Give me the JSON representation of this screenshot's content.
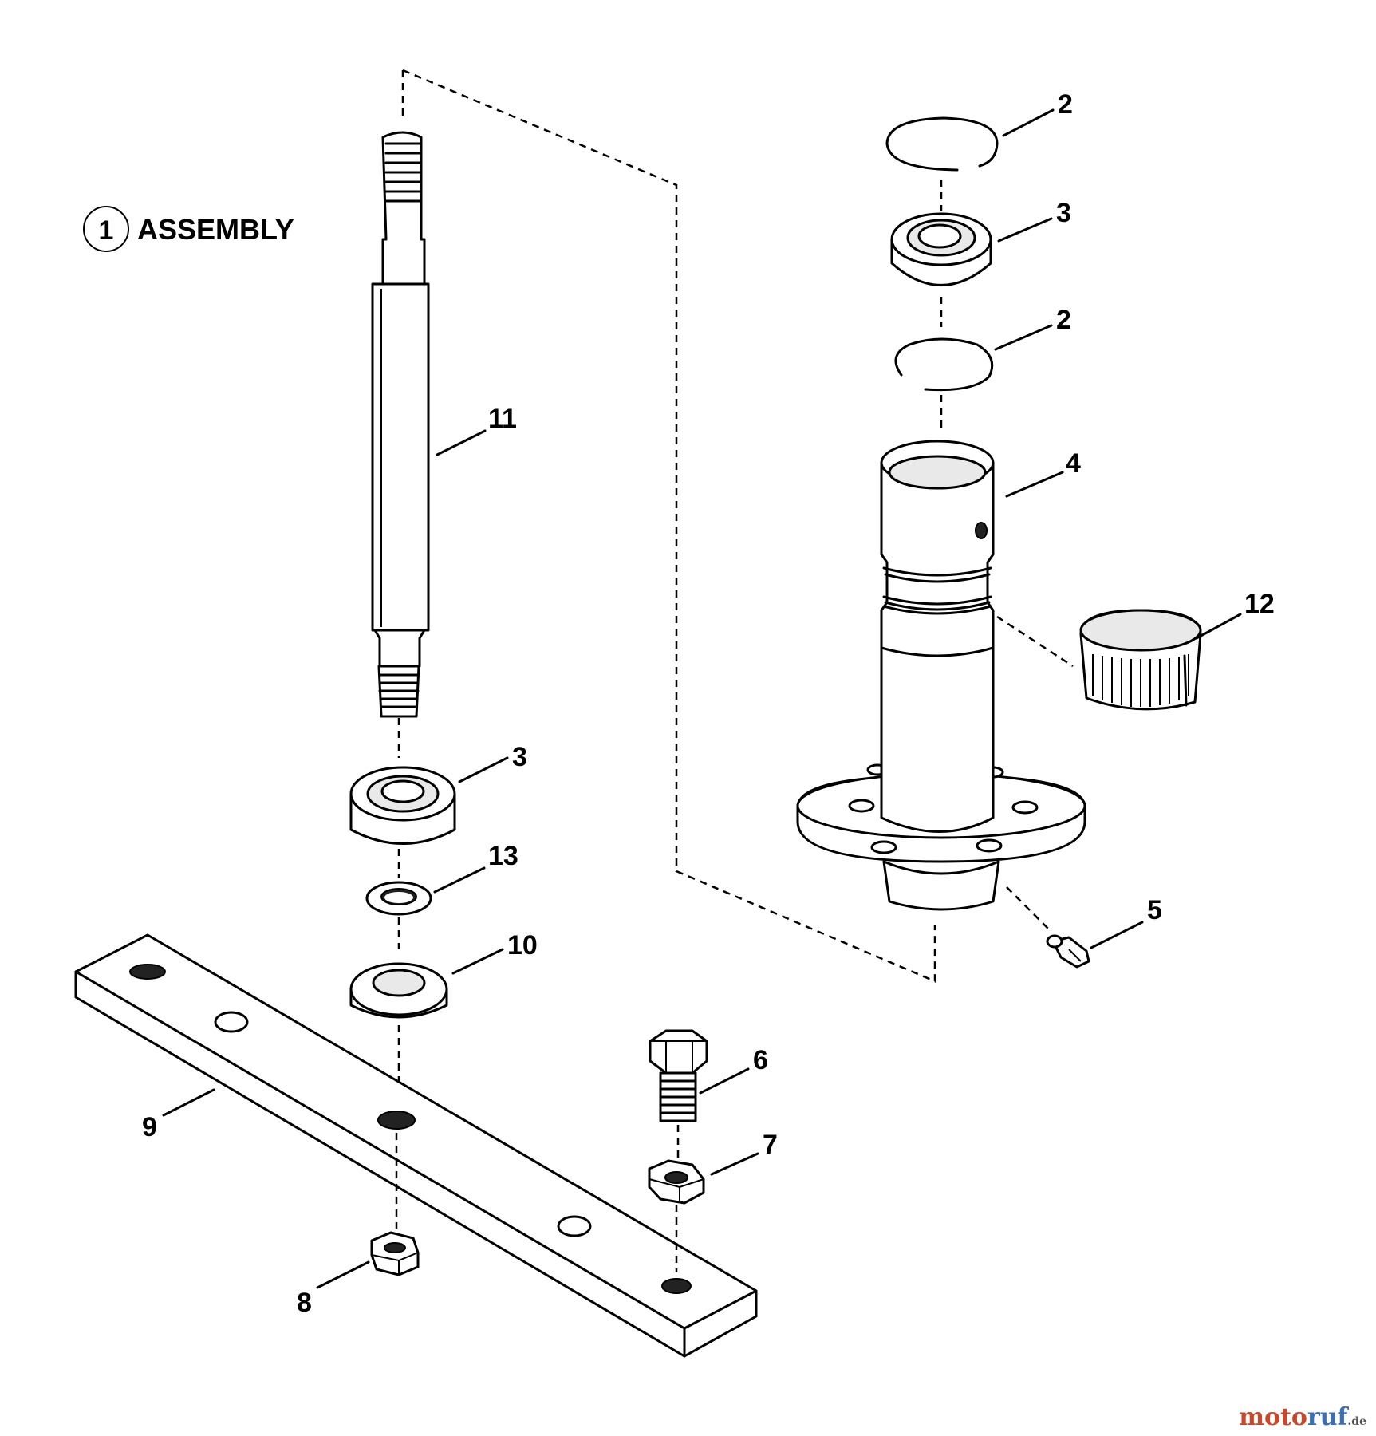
{
  "diagram": {
    "assembly_number": "1",
    "assembly_label": "ASSEMBLY",
    "callouts": {
      "ring_top": "2",
      "bearing_top": "3",
      "ring_mid": "2",
      "housing": "4",
      "grease_fitting": "5",
      "bolt": "6",
      "nut_right": "7",
      "nut_left": "8",
      "blade_bar": "9",
      "spacer": "10",
      "spindle_shaft": "11",
      "sleeve": "12",
      "washer": "13",
      "bearing_lower": "3"
    }
  },
  "watermark": {
    "part1": "moto",
    "part2": "ruf",
    "part3": ".de"
  }
}
